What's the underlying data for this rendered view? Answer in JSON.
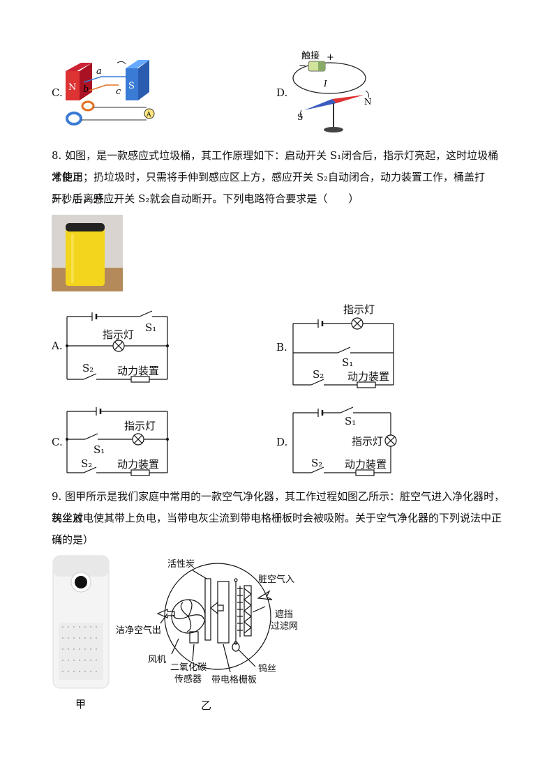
{
  "q7": {
    "option_c": "C.",
    "option_d": "D.",
    "c_fig": {
      "n": "N",
      "s": "S",
      "a": "a",
      "b": "b",
      "c": "c",
      "ammeter": "A"
    },
    "d_fig": {
      "contact": "触接",
      "plus": "+",
      "minus": "−",
      "current": "I",
      "s": "S",
      "n": "N"
    }
  },
  "q8": {
    "line1": "8. 如图，是一款感应式垃圾桶，其工作原理如下：启动开关 S₁闭合后，指示灯亮起，这时垃圾桶才能正",
    "line2": "常使用；扔垃圾时，只需将手伸到感应区上方，感应开关 S₂自动闭合，动力装置工作，桶盖打开；手离开",
    "line3": "5 秒后，感应开关 S₂就会自动断开。下列电路符合要求是（　　）",
    "options": [
      {
        "letter": "A.",
        "lamp": "指示灯",
        "s1": "S₁",
        "s2": "S₂",
        "motor": "动力装置"
      },
      {
        "letter": "B.",
        "lamp": "指示灯",
        "s1": "S₁",
        "s2": "S₂",
        "motor": "动力装置"
      },
      {
        "letter": "C.",
        "lamp": "指示灯",
        "s1": "S₁",
        "s2": "S₂",
        "motor": "动力装置"
      },
      {
        "letter": "D.",
        "lamp": "指示灯",
        "s1": "S₁",
        "s2": "S₂",
        "motor": "动力装置"
      }
    ]
  },
  "q9": {
    "line1": "9. 图甲所示是我们家庭中常用的一款空气净化器，其工作过程如图乙所示：脏空气进入净化器时，钨丝对",
    "line2": "灰尘放电使其带上负电，当带电灰尘流到带电格栅板时会被吸附。关于空气净化器的下列说法中正确的是",
    "line3": "（　　）",
    "fig_jia": "甲",
    "fig_yi": "乙",
    "labels": {
      "carbon": "活性炭",
      "dirty_in": "脏空气入",
      "filter_l1": "遮挡",
      "filter_l2": "过滤网",
      "clean_out": "洁净空气出",
      "fan": "风机",
      "co2_l1": "二氧化碳",
      "co2_l2": "传感器",
      "grid": "带电格栅板",
      "tungsten": "钨丝"
    }
  }
}
